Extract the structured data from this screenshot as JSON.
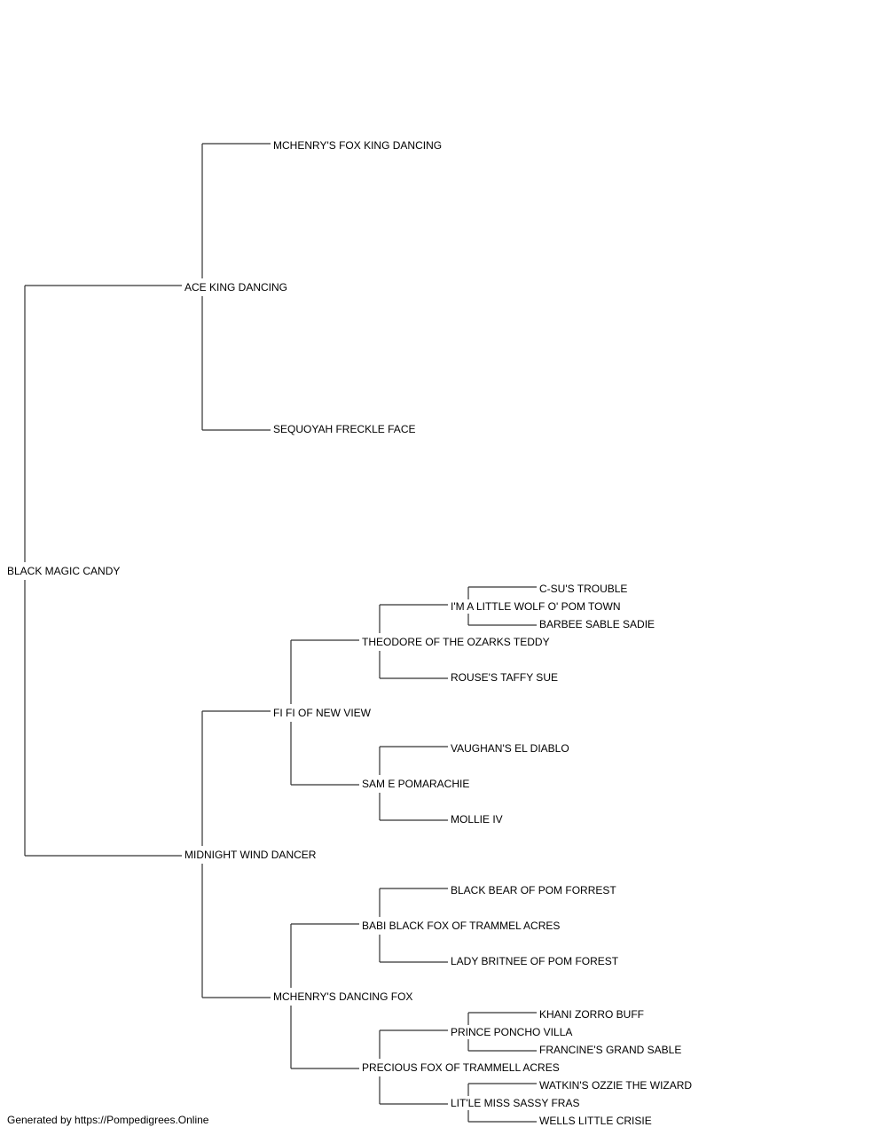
{
  "pedigree": {
    "name": "BLACK MAGIC CANDY",
    "sire": {
      "name": "ACE KING DANCING",
      "sire": {
        "name": "MCHENRY'S FOX KING DANCING"
      },
      "dam": {
        "name": "SEQUOYAH FRECKLE FACE"
      }
    },
    "dam": {
      "name": "MIDNIGHT WIND DANCER",
      "sire": {
        "name": "FI FI OF NEW VIEW",
        "sire": {
          "name": "THEODORE OF THE OZARKS TEDDY",
          "sire": {
            "name": "I'M A LITTLE WOLF O' POM TOWN",
            "sire": {
              "name": "C-SU'S TROUBLE"
            },
            "dam": {
              "name": "BARBEE SABLE SADIE"
            }
          },
          "dam": {
            "name": "ROUSE'S TAFFY SUE"
          }
        },
        "dam": {
          "name": "SAM E POMARACHIE",
          "sire": {
            "name": "VAUGHAN'S EL DIABLO"
          },
          "dam": {
            "name": "MOLLIE IV"
          }
        }
      },
      "dam": {
        "name": "MCHENRY'S DANCING FOX",
        "sire": {
          "name": "BABI BLACK FOX OF TRAMMEL ACRES",
          "sire": {
            "name": "BLACK BEAR OF POM FORREST"
          },
          "dam": {
            "name": "LADY BRITNEE OF POM FOREST"
          }
        },
        "dam": {
          "name": "PRECIOUS FOX OF TRAMMELL ACRES",
          "sire": {
            "name": "PRINCE PONCHO VILLA",
            "sire": {
              "name": "KHANI ZORRO BUFF"
            },
            "dam": {
              "name": "FRANCINE'S GRAND SABLE"
            }
          },
          "dam": {
            "name": "LIT'LE MISS SASSY FRAS",
            "sire": {
              "name": "WATKIN'S OZZIE THE WIZARD"
            },
            "dam": {
              "name": "WELLS LITTLE CRISIE"
            }
          }
        }
      }
    }
  },
  "footer": "Generated by https://Pompedigrees.Online"
}
